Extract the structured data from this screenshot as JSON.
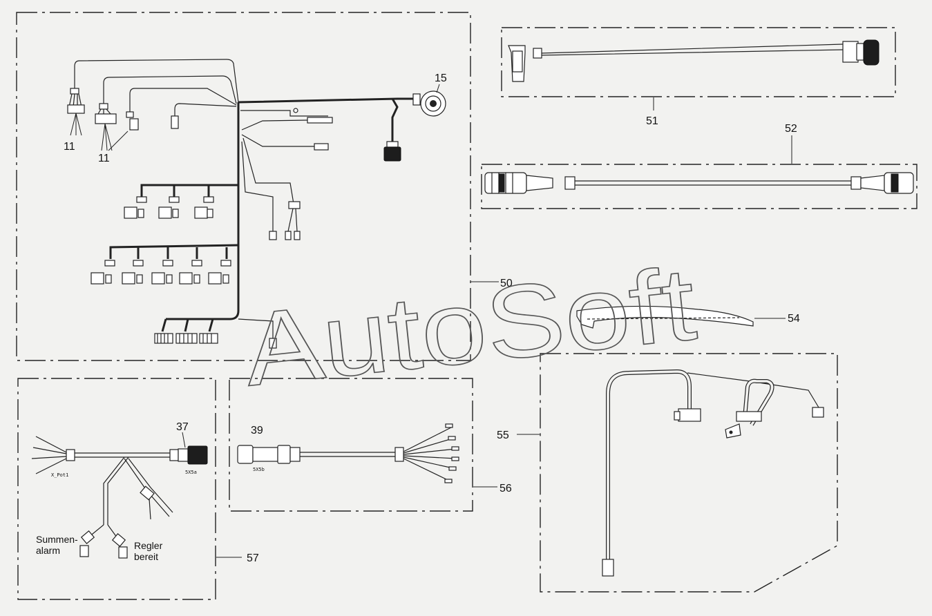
{
  "watermark": "AutoSoft",
  "callouts": {
    "c11a": "11",
    "c11b": "11",
    "c15": "15",
    "c50": "50",
    "c51": "51",
    "c52": "52",
    "c54": "54",
    "c55": "55",
    "c56": "56",
    "c57": "57",
    "c37": "37",
    "c39": "39"
  },
  "labels": {
    "summen_line1": "Summen-",
    "summen_line2": "alarm",
    "regler_line1": "Regler",
    "regler_line2": "bereit",
    "x_pot": "X_Pot1",
    "plug_5x5a": "5X5a",
    "plug_5x5b": "5X5b"
  }
}
